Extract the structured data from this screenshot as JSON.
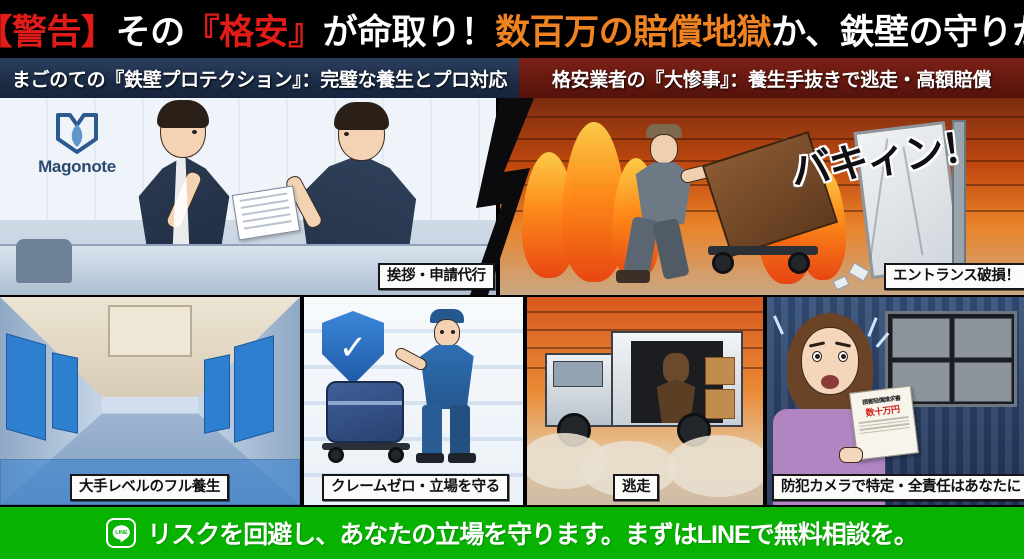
{
  "headline": {
    "parts": [
      {
        "text": "【警告】",
        "color": "#e01b18"
      },
      {
        "text": "その",
        "color": "#ffffff"
      },
      {
        "text": "『格安』",
        "color": "#e01b18"
      },
      {
        "text": "が命取り！",
        "color": "#ffffff"
      },
      {
        "text": "数百万の",
        "color": "#ef8321"
      },
      {
        "text": "賠償地獄",
        "color": "#ef8321"
      },
      {
        "text": "か、鉄壁の守りか",
        "color": "#ffffff"
      }
    ]
  },
  "subbars": {
    "left": "まごのての『鉄壁プロテクション』：完璧な養生とプロ対応",
    "right": "格安業者の『大惨事』：養生手抜きで逃走・高額賠償"
  },
  "panels": {
    "top_left": {
      "caption": "挨拶・申請代行",
      "logo_name": "Magonote"
    },
    "top_right": {
      "caption": "エントランス破損！",
      "sfx": "バキィン！"
    },
    "bottom_1": {
      "caption": "大手レベルのフル養生"
    },
    "bottom_2": {
      "caption": "クレームゼロ・立場を守る"
    },
    "bottom_3": {
      "caption": "逃走"
    },
    "bottom_4": {
      "caption": "防犯カメラで特定・全責任はあなたに",
      "document_title": "損害賠償請求書",
      "document_amount": "数十万円"
    }
  },
  "cta": {
    "badge_label": "LINE",
    "text": "リスクを回避し、あなたの立場を守ります。まずはLINEで無料相談を。",
    "background_color": "#07b200"
  },
  "colors": {
    "headline_red": "#e01b18",
    "headline_orange": "#ef8321",
    "subbar_left_bg": "#1d2d48",
    "subbar_right_bg": "#66180f",
    "cta_green": "#07b200"
  }
}
